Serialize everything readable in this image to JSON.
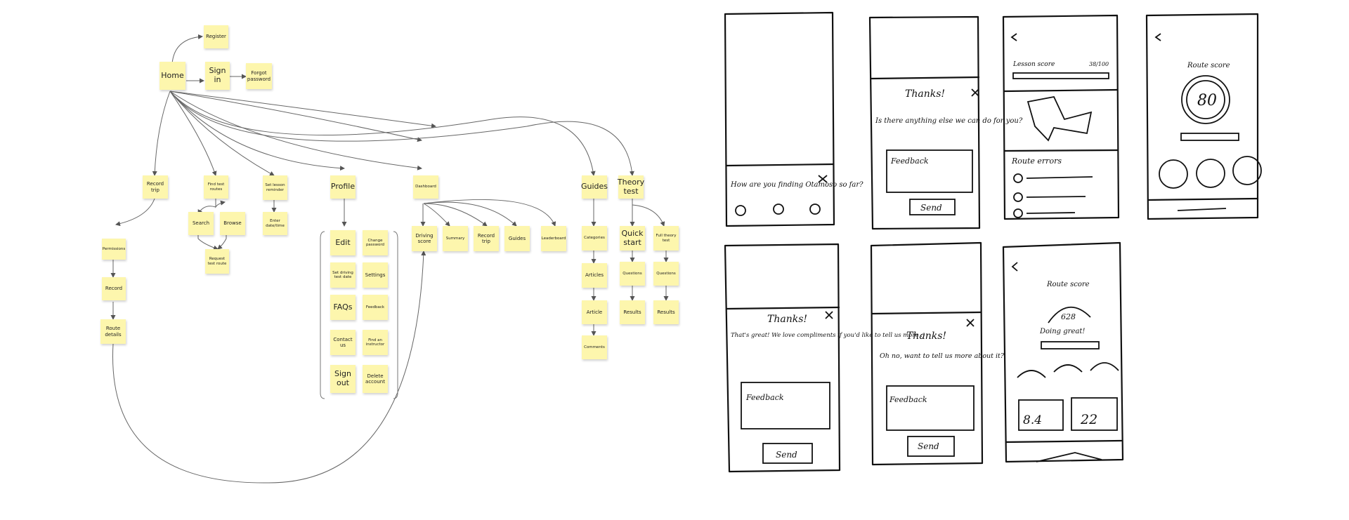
{
  "flow": {
    "home": "Home",
    "register": "Register",
    "sign_in": "Sign in",
    "forgot": "Forgot password",
    "record_trip": "Record trip",
    "find_routes": "Find test routes",
    "lesson_reminder": "Set lesson reminder",
    "profile": "Profile",
    "dashboard": "Dashboard",
    "guides": "Guides",
    "theory_test": "Theory test",
    "permissions": "Permissions",
    "record": "Record",
    "route_details": "Route details",
    "search": "Search",
    "browse": "Browse",
    "request_route": "Request test route",
    "enter_datetime": "Enter date/time",
    "edit": "Edit",
    "change_password": "Change password",
    "set_test_date": "Set driving test date",
    "settings": "Settings",
    "faqs": "FAQs",
    "feedback": "Feedback",
    "contact_us": "Contact us",
    "find_instructor": "Find an instructor",
    "sign_out": "Sign out",
    "delete_account": "Delete account",
    "driving_score": "Driving score",
    "summary": "Summary",
    "dash_record_trip": "Record trip",
    "dash_guides": "Guides",
    "leaderboard": "Leaderboard",
    "categories": "Categories",
    "articles": "Articles",
    "article": "Article",
    "comments": "Comments",
    "quick_start": "Quick start",
    "full_theory": "Full theory test",
    "questions_1": "Questions",
    "questions_2": "Questions",
    "results_1": "Results",
    "results_2": "Results"
  },
  "sketches": {
    "prompt": "How are you finding Otamoso so far?",
    "thanks_1": "Thanks!",
    "ask_more": "Is there anything else we can do for you?",
    "feedback_1": "Feedback",
    "send_1": "Send",
    "lesson_score": "Lesson score",
    "lesson_score_value": "38/100",
    "route_errors": "Route errors",
    "route_score_1": "Route score",
    "score_80": "80",
    "thanks_2": "Thanks!",
    "thats_great": "That's great! We love compliments if you'd like to tell us more :)",
    "feedback_2": "Feedback",
    "send_2": "Send",
    "thanks_3": "Thanks!",
    "oh_no": "Oh no, want to tell us more about it?",
    "feedback_3": "Feedback",
    "send_3": "Send",
    "route_score_2": "Route score",
    "score_628": "628",
    "doing_great": "Doing great!",
    "stat_1": "8.4",
    "stat_2": "22"
  }
}
